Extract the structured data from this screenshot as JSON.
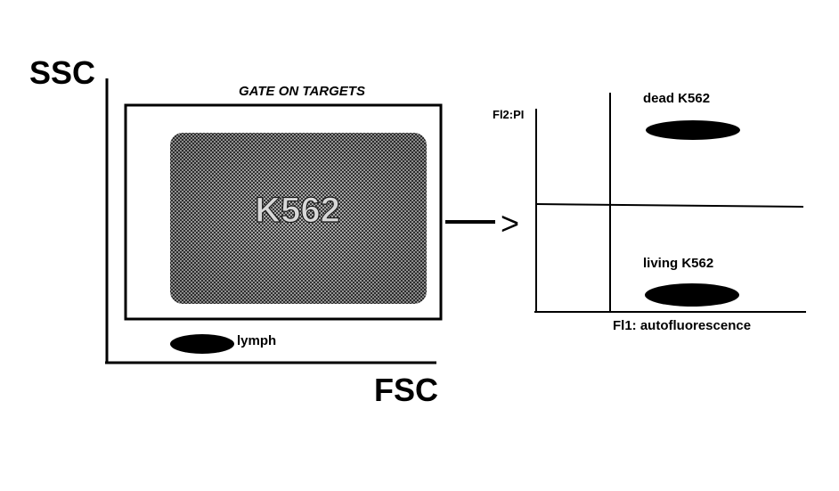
{
  "left_plot": {
    "y_axis_label": "SSC",
    "x_axis_label": "FSC",
    "gate_label": "GATE ON TARGETS",
    "population_label": "K562",
    "lymph_label": "lymph"
  },
  "arrow": {
    "glyph": ">"
  },
  "right_plot": {
    "y_axis_label": "Fl2:PI",
    "x_axis_label": "Fl1: autofluorescence",
    "dead_label": "dead K562",
    "living_label": "living K562"
  },
  "colors": {
    "ink": "#000000",
    "background": "#ffffff",
    "population_fill": "#8a8a8a"
  }
}
